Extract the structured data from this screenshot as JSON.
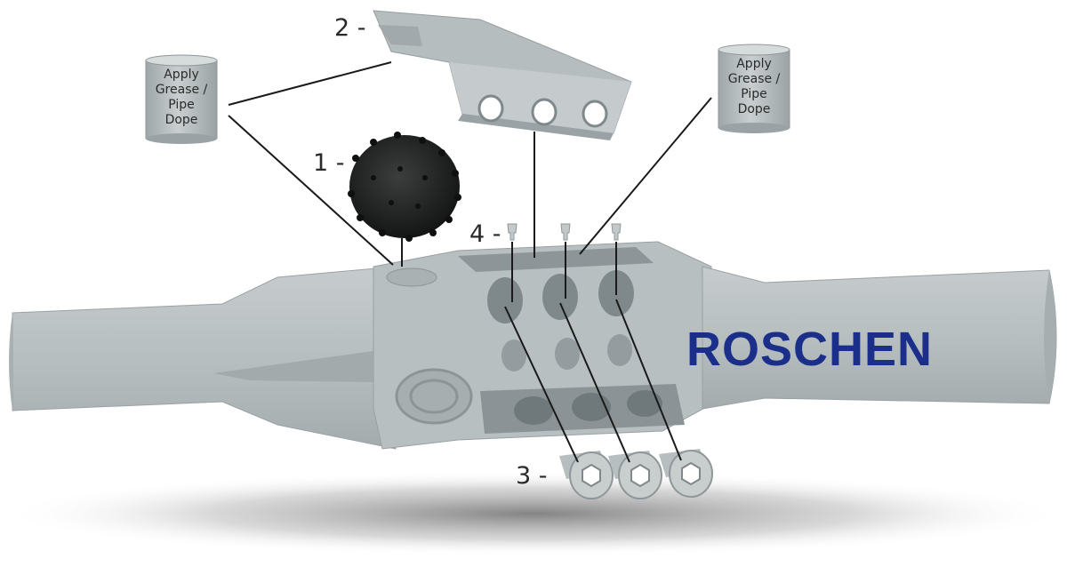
{
  "callouts": {
    "insert": "1 -",
    "cover": "2 -",
    "bolts": "3 -",
    "screws": "4 -"
  },
  "grease_cans": {
    "left": "Apply\nGrease /\nPipe\nDope",
    "right": "Apply\nGrease /\nPipe\nDope"
  },
  "brand": {
    "name": "ROSCHEN",
    "color": "#1b2f8a"
  },
  "colors": {
    "body": "#b9c0c2",
    "body_shadow": "#9aa2a5",
    "body_dark": "#7f888b",
    "insert": "#262828",
    "leader": "#1a1a1a"
  }
}
